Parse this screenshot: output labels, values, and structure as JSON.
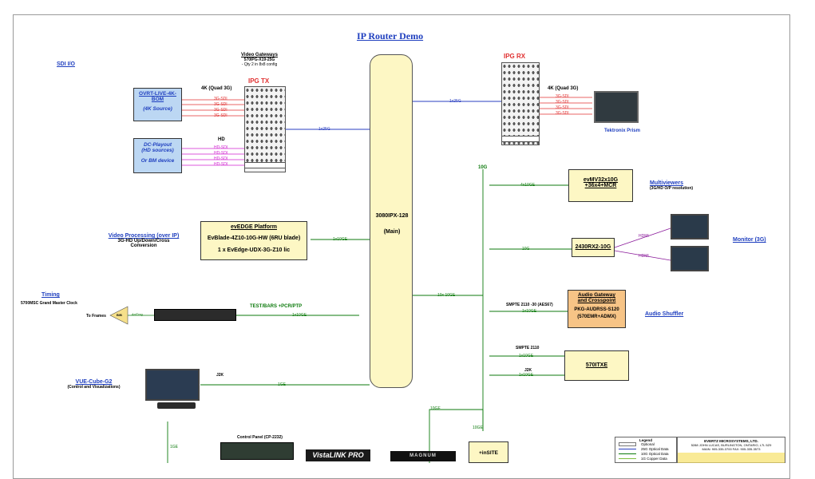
{
  "title": "IP Router Demo",
  "sdi_io": "SDI I/O",
  "video_gateways": {
    "heading": "Video Gateways",
    "model": "570IPG-X19-25G",
    "note": "- Qty 2 in 8x8 config"
  },
  "ipg_tx": "IPG TX",
  "ipg_rx": "IPG RX",
  "source_4k": {
    "line1": "OVRT-LIVE-4K-",
    "line2": "BOM",
    "line3": "(4K Source)"
  },
  "source_hd": {
    "line1": "DC-Playout",
    "line2": "(HD sources)",
    "line3": "Or BM device"
  },
  "label_4k_tx": "4K (Quad 3G)",
  "label_hd": "HD",
  "sdi_3g": [
    "3G-SDI",
    "3G-SDI",
    "3G-SDI",
    "3G-SDI"
  ],
  "sdi_hd": [
    "HD-SDI",
    "HD-SDI",
    "HD-SDI",
    "HD-SDI"
  ],
  "label_4k_rx": "4K (Quad 3G)",
  "sdi_3g_rx": [
    "3G-SDI",
    "3G-SDI",
    "3G-SDI",
    "3G-SDI"
  ],
  "tektronix": "Tektronix Prism",
  "router": {
    "model": "3080IPX-128",
    "sub": "(Main)"
  },
  "links": {
    "tx_25g": "1x25G",
    "rx_25g": "1x25G",
    "mv_10g": "4x10GE",
    "rx2_10g": "10G",
    "edge_10g": "1x10GE",
    "timing_10g": "1x10GE",
    "main_10g": "10x 10GE",
    "audio_10g": "1x10GE",
    "itxe_10g_a": "1x10GE",
    "itxe_10g_b": "1x10GE",
    "vue_1g": "1GE",
    "down_10g": "10GE",
    "insite_10g": "10GE",
    "vista_1g": "1GE",
    "hdmi1": "HDMI",
    "hdmi2": "HDMI",
    "ten_g": "10G"
  },
  "multiviewer_box": {
    "line1": "evMV32x10G",
    "line2": "+36x4+MCR"
  },
  "multiviewers": {
    "heading": "Multiviewers",
    "sub": "(3G/HD O/P resolution)"
  },
  "rx2_box": "2430RX2-10G",
  "monitor": "Monitor (3G)",
  "evedge": {
    "heading": "evEDGE Platform",
    "line1": "EvBlade-4Z10-10G-HW (6RU blade)",
    "line2": "1 x EvEdge-UDX-3G-Z10 lic"
  },
  "video_processing": {
    "heading": "Video Processing (over IP)",
    "line1": "3G-HD Up/Down/Cross",
    "line2": "Conversion"
  },
  "timing": {
    "heading": "Timing",
    "sub": "5700MSC Grand Master Clock",
    "to_frames": "To Frames",
    "bb": "B/B",
    "analog": "AnlTmg"
  },
  "test_bars": "TEST/BARS +PCR/PTP",
  "audio_gateway": {
    "line1": "Audio Gateway",
    "line2": "and Crosspoint",
    "line3": "PKG-AUDRSS-S120",
    "line4": "(570EMR+ADMX)"
  },
  "audio_label": "SMPTE 2110 -30 (AES67)",
  "audio_shuffler": "Audio Shuffler",
  "smpte_2110": "SMPTE 2110",
  "j2k_right": "J2K",
  "itxe_box": "570ITXE",
  "vue": {
    "heading": "VUE-Cube-G2",
    "sub": "(Control and Visualizations)",
    "j2k": "J2K"
  },
  "control_panel": "Control Panel (CP-2232)",
  "vistalink": "VistaLINK PRO",
  "magnum": "MAGNUM",
  "insite": "+inSITE",
  "legend": {
    "heading": "Legend",
    "items": [
      "Optional",
      "25G Optical Data",
      "10G Optical Data",
      "1G Copper Data"
    ]
  },
  "company": {
    "name": "EVERTZ MICROSYSTEMS, LTD.",
    "address": "5288 JOHN LUCAS, BURLINGTON, ONTARIO, L7L 5Z9",
    "phone": "MAIN: 905-335-3700    FAX: 905-335-3573"
  },
  "colors": {
    "green": "#0c7a0c",
    "blue": "#2a3fc0",
    "red": "#e03030",
    "pink": "#d020d0",
    "purple": "#8a1a9a"
  }
}
